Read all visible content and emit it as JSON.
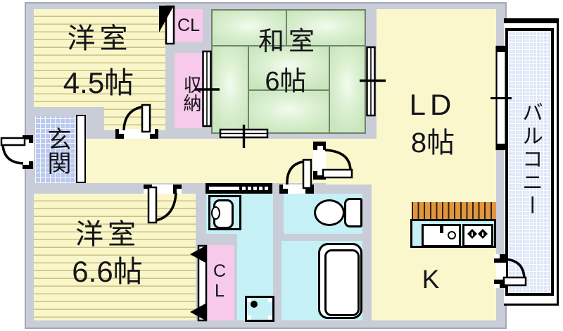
{
  "plan_title": "apartment-floor-plan",
  "rooms": {
    "western_top": {
      "label": "洋室",
      "area": "4.5帖"
    },
    "closet_top": {
      "label": "CL"
    },
    "storage": {
      "label": "収納"
    },
    "japanese": {
      "label": "和室",
      "area": "6帖"
    },
    "living_dining": {
      "label": "LD",
      "area": "8帖"
    },
    "balcony": {
      "label": "バルコニー"
    },
    "entrance": {
      "label": "玄関"
    },
    "western_bottom": {
      "label": "洋室",
      "area": "6.6帖"
    },
    "closet_bottom": {
      "label": "CL"
    },
    "kitchen": {
      "label": "K"
    }
  },
  "colors": {
    "wall": "#c9cdd7",
    "room_yellow": "#faf7cd",
    "stripe_line": "#cdc084",
    "tatami_green": "#cfe9c6",
    "entrance_tile_blue": "#bac9ef",
    "balcony_blue": "#dde7f7",
    "wet_area_cyan": "#c5f1f6",
    "closet_pink": "#f7c9eb",
    "counter_orange": "#e0953f",
    "line_black": "#000000"
  }
}
